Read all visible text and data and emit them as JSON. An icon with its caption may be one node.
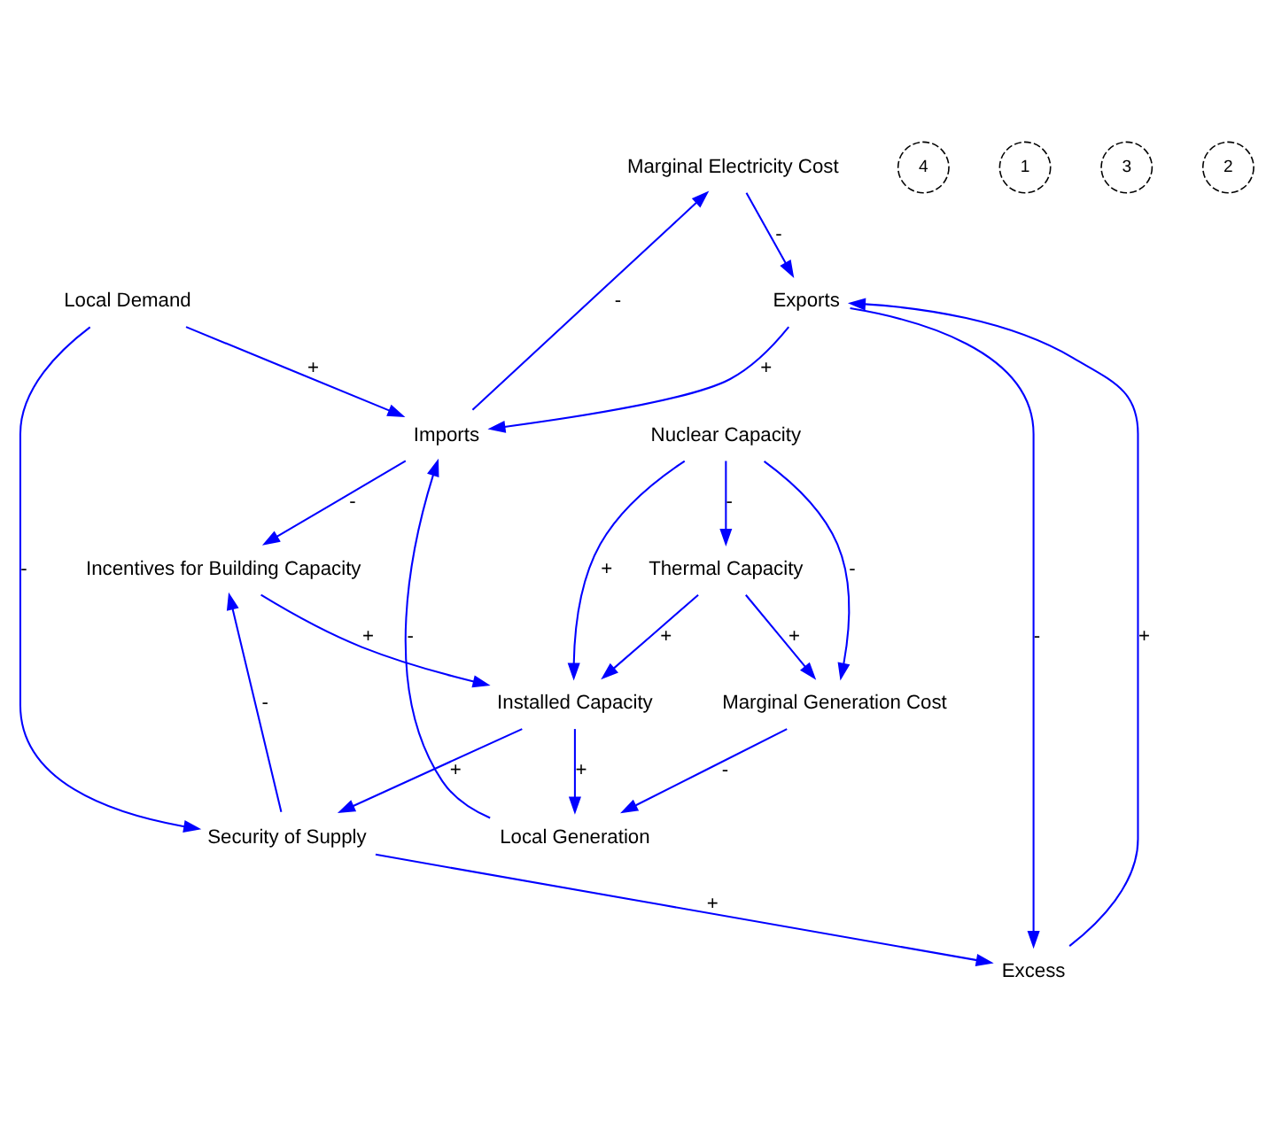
{
  "diagram": {
    "nodes": [
      {
        "text": [
          "Marginal Electricity Cost"
        ]
      },
      {
        "text": [
          "Incentives for Building Capacity"
        ]
      },
      {
        "text": [
          "Local Generation"
        ]
      },
      {
        "text": [
          "Nuclear Capacity"
        ]
      },
      {
        "text": [
          "Marginal Generation Cost"
        ]
      },
      {
        "text": [
          "Installed Capacity"
        ]
      },
      {
        "text": [
          "Imports"
        ]
      },
      {
        "text": [
          "Thermal Capacity"
        ]
      },
      {
        "text": [
          "Local Demand"
        ]
      },
      {
        "text": [
          "Security of Supply"
        ]
      },
      {
        "text": [
          "Excess"
        ]
      },
      {
        "text": [
          "Exports"
        ]
      }
    ],
    "edges": [
      {
        "from": 6,
        "to": 0,
        "arrow": "to",
        "label": "-"
      },
      {
        "from": 6,
        "to": 1,
        "arrow": "to",
        "label": "-"
      },
      {
        "from": 2,
        "to": 6,
        "arrow": "to",
        "label": "-"
      },
      {
        "from": 4,
        "to": 2,
        "arrow": "to",
        "label": "-"
      },
      {
        "from": 3,
        "to": 4,
        "arrow": "to",
        "label": "-"
      },
      {
        "from": 3,
        "to": 5,
        "arrow": "to",
        "label": "+"
      },
      {
        "from": 3,
        "to": 7,
        "arrow": "to",
        "label": "-"
      },
      {
        "from": 7,
        "to": 4,
        "arrow": "to",
        "label": "+"
      },
      {
        "from": 7,
        "to": 5,
        "arrow": "to",
        "label": "+"
      },
      {
        "from": 5,
        "to": 2,
        "arrow": "to",
        "label": "+"
      },
      {
        "from": 1,
        "to": 5,
        "arrow": "to",
        "label": "+"
      },
      {
        "from": 9,
        "to": 1,
        "arrow": "to",
        "label": "-"
      },
      {
        "from": 5,
        "to": 9,
        "arrow": "to",
        "label": "+"
      },
      {
        "from": 8,
        "to": 6,
        "arrow": "to",
        "label": "+"
      },
      {
        "from": 8,
        "to": 9,
        "arrow": "to",
        "label": "-"
      },
      {
        "from": 9,
        "to": 10,
        "arrow": "to",
        "label": "+"
      },
      {
        "from": 10,
        "to": 11,
        "arrow": "to",
        "label": "+"
      },
      {
        "from": 11,
        "to": 10,
        "arrow": "to",
        "label": "-"
      },
      {
        "from": 0,
        "to": 11,
        "arrow": "to",
        "label": "-"
      },
      {
        "from": 11,
        "to": 6,
        "arrow": "to",
        "label": "+"
      }
    ],
    "labels": [
      "4",
      "1",
      "3",
      "2"
    ]
  }
}
